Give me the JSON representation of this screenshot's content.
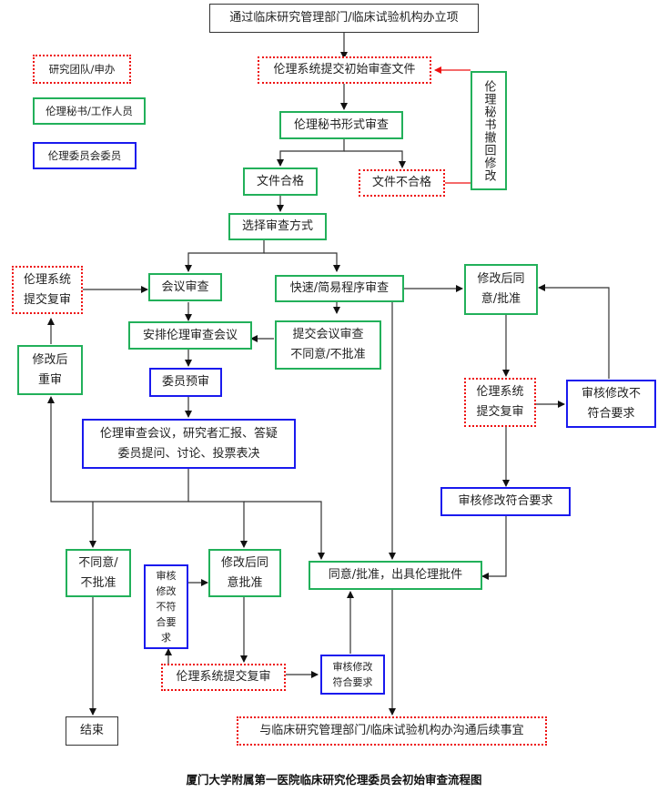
{
  "legend": {
    "team": "研究团队/申办",
    "secretary": "伦理秘书/工作人员",
    "committee": "伦理委员会委员"
  },
  "colors": {
    "team": "#ee1111",
    "secretary": "#22b05a",
    "committee": "#1a1aee",
    "neutral": "#333333",
    "return_arrow": "#ee1111"
  },
  "nodes": {
    "start": "通过临床研究管理部门/临床试验机构办立项",
    "submit_initial": "伦理系统提交初始审查文件",
    "formal_review": "伦理秘书形式审查",
    "docs_ok": "文件合格",
    "docs_not_ok": "文件不合格",
    "secretary_return": "伦理秘书撤回修改",
    "choose_method": "选择审查方式",
    "meeting_review": "会议审查",
    "fast_review": "快速/简易程序审查",
    "resubmit_left": "伦理系统\n提交复审",
    "revise_rereview": "修改后\n重审",
    "arrange_meeting": "安排伦理审查会议",
    "fast_to_meeting": "提交会议审查\n不同意/不批准",
    "member_prereview": "委员预审",
    "meeting": "伦理审查会议，研究者汇报、答疑\n委员提问、讨论、投票表决",
    "right_conditional": "修改后同\n意/批准",
    "right_resubmit": "伦理系统\n提交复审",
    "right_not_meet": "审核修改不\n符合要求",
    "right_meet": "审核修改符合要求",
    "disapprove": "不同意/\n不批准",
    "bottom_not_meet": "审核\n修改\n不符\n合要\n求",
    "conditional_approve": "修改后同\n意批准",
    "approve": "同意/批准，出具伦理批件",
    "bottom_resubmit": "伦理系统提交复审",
    "bottom_meet": "审核修改\n符合要求",
    "end": "结束",
    "followup": "与临床研究管理部门/临床试验机构办沟通后续事宜"
  },
  "caption": "厦门大学附属第一医院临床研究伦理委员会初始审查流程图"
}
